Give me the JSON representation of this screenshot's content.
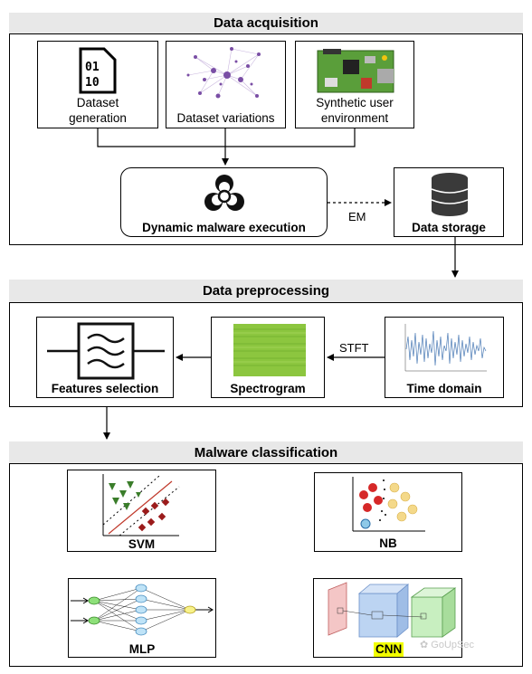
{
  "sections": {
    "acquisition": "Data acquisition",
    "preprocessing": "Data preprocessing",
    "classification": "Malware classification"
  },
  "acquisition": {
    "dataset_generation": [
      "Dataset",
      "generation"
    ],
    "dataset_variations": "Dataset variations",
    "synthetic_env": [
      "Synthetic user",
      "environment"
    ],
    "dynamic_execution": "Dynamic malware execution",
    "em_label": "EM",
    "data_storage": "Data storage"
  },
  "preprocessing": {
    "features_selection": "Features selection",
    "spectrogram": "Spectrogram",
    "stft_label": "STFT",
    "time_domain": "Time domain"
  },
  "classification": {
    "svm": "SVM",
    "nb": "NB",
    "mlp": "MLP",
    "cnn": "CNN"
  },
  "icons": {
    "binary_file": "binary-file-icon",
    "network_graph": "network-graph-icon",
    "circuit_board": "circuit-board-icon",
    "biohazard": "biohazard-icon",
    "database": "database-icon",
    "filter": "filter-icon"
  },
  "watermark": "GoUpSec",
  "colors": {
    "header_bg": "#e8e8e8",
    "cnn_highlight": "#f2ff00",
    "signal_blue": "#4a7ab5",
    "spectrogram_green": "#8cc63f"
  }
}
